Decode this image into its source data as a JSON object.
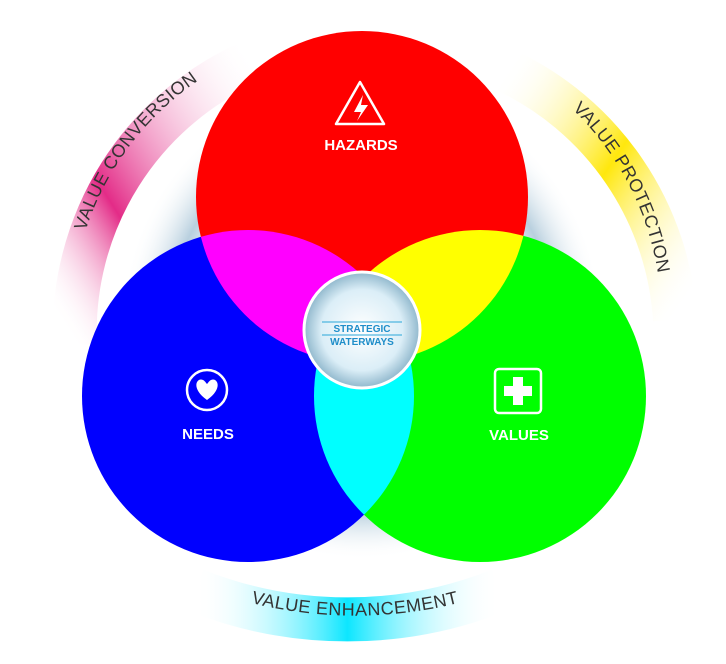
{
  "diagram": {
    "center": {
      "line1": "STRATEGIC",
      "line2": "WATERWAYS"
    },
    "circles": [
      {
        "id": "hazards",
        "label": "HAZARDS",
        "icon": "lightning-bolt-icon",
        "color": "#ff0000"
      },
      {
        "id": "needs",
        "label": "NEEDS",
        "icon": "heart-icon",
        "color": "#0000ff"
      },
      {
        "id": "values",
        "label": "VALUES",
        "icon": "plus-cross-icon",
        "color": "#00ff00"
      }
    ],
    "arcs": [
      {
        "id": "conversion",
        "label": "VALUE CONVERSION",
        "color": "#e0147a"
      },
      {
        "id": "protection",
        "label": "VALUE PROTECTION",
        "color": "#ffe600"
      },
      {
        "id": "enhancement",
        "label": "VALUE ENHANCEMENT",
        "color": "#00e5ff"
      }
    ]
  }
}
